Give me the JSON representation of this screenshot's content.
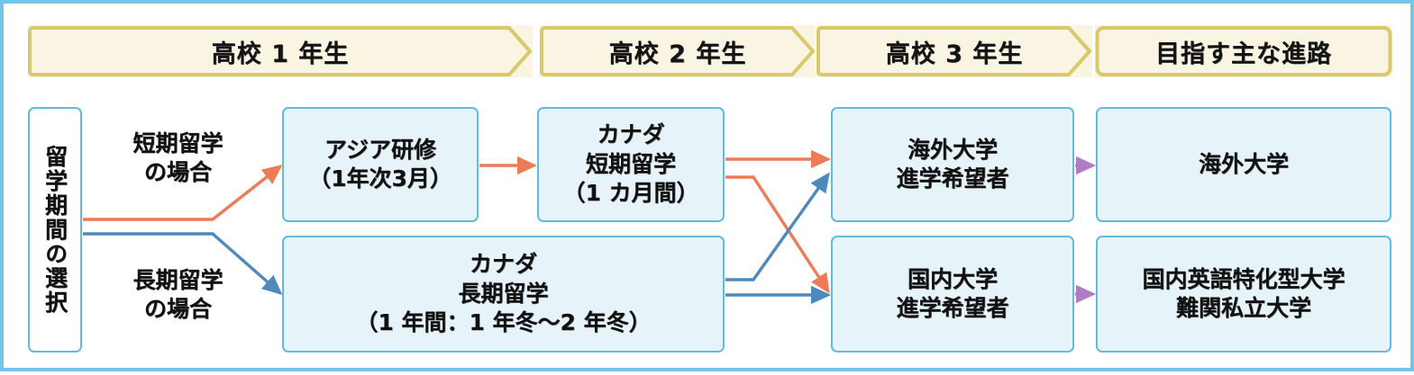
{
  "frame": {
    "border_color": "#73c6e8",
    "background": "#ffffff"
  },
  "colors": {
    "header_fill": "#faf5e2",
    "header_border": "#d9c96d",
    "box_fill": "#e6f3f8",
    "box_border": "#62bade",
    "arrow_orange": "#ef7b56",
    "arrow_blue": "#4d89bd",
    "arrow_purple": "#b07cc6"
  },
  "headers": [
    {
      "id": "grade1",
      "label": "高校 1 年生",
      "shape": "chevron"
    },
    {
      "id": "grade2",
      "label": "高校 2 年生",
      "shape": "chevron"
    },
    {
      "id": "grade3",
      "label": "高校 3 年生",
      "shape": "chevron"
    },
    {
      "id": "destination",
      "label": "目指す主な進路",
      "shape": "rounded"
    }
  ],
  "choice": {
    "label": "留学期間の選択"
  },
  "paths": [
    {
      "id": "short-term",
      "label": "短期留学\nの場合",
      "color": "#ef7b56"
    },
    {
      "id": "long-term",
      "label": "長期留学\nの場合",
      "color": "#4d89bd"
    }
  ],
  "boxes": [
    {
      "id": "asia-training",
      "label": "アジア研修\n（1年次3月）"
    },
    {
      "id": "canada-short",
      "label": "カナダ\n短期留学\n（1 カ月間）"
    },
    {
      "id": "canada-long",
      "label": "カナダ\n長期留学\n（1 年間：1 年冬〜2 年冬）"
    },
    {
      "id": "overseas-univ-hope",
      "label": "海外大学\n進学希望者"
    },
    {
      "id": "domestic-univ-hope",
      "label": "国内大学\n進学希望者"
    },
    {
      "id": "overseas-univ",
      "label": "海外大学"
    },
    {
      "id": "domestic-univ",
      "label": "国内英語特化型大学\n難関私立大学"
    }
  ]
}
